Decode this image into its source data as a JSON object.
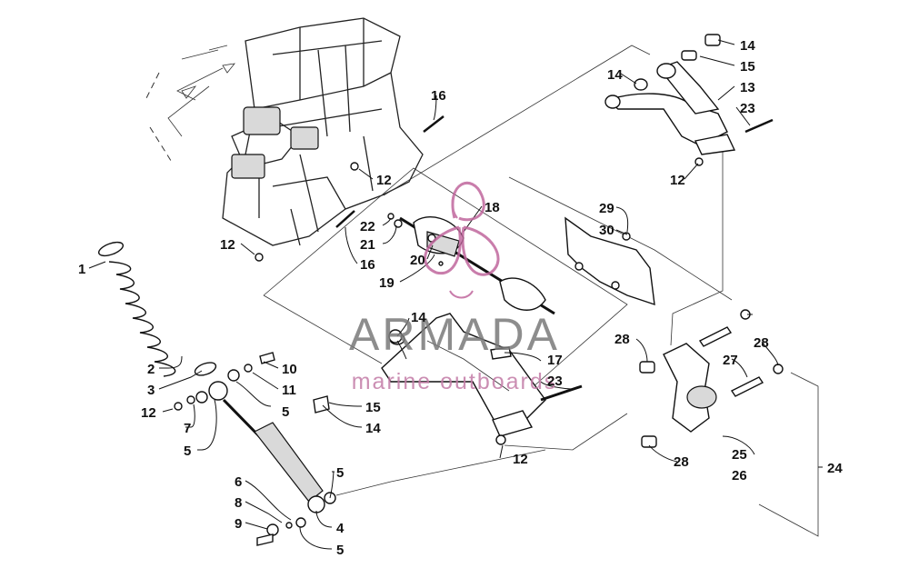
{
  "watermark": {
    "brand": "ARMADA",
    "tagline": "marine outboards",
    "accent_color": "#c0679d",
    "text_color": "#7a7a7a"
  },
  "callouts": [
    {
      "id": "c1",
      "label": "1"
    },
    {
      "id": "c2",
      "label": "2"
    },
    {
      "id": "c3",
      "label": "3"
    },
    {
      "id": "c4",
      "label": "4"
    },
    {
      "id": "c5a",
      "label": "5"
    },
    {
      "id": "c5b",
      "label": "5"
    },
    {
      "id": "c5c",
      "label": "5"
    },
    {
      "id": "c5d",
      "label": "5"
    },
    {
      "id": "c6",
      "label": "6"
    },
    {
      "id": "c7",
      "label": "7"
    },
    {
      "id": "c8",
      "label": "8"
    },
    {
      "id": "c9",
      "label": "9"
    },
    {
      "id": "c10",
      "label": "10"
    },
    {
      "id": "c11",
      "label": "11"
    },
    {
      "id": "c12a",
      "label": "12"
    },
    {
      "id": "c12b",
      "label": "12"
    },
    {
      "id": "c12c",
      "label": "12"
    },
    {
      "id": "c12d",
      "label": "12"
    },
    {
      "id": "c12e",
      "label": "12"
    },
    {
      "id": "c13",
      "label": "13"
    },
    {
      "id": "c14a",
      "label": "14"
    },
    {
      "id": "c14b",
      "label": "14"
    },
    {
      "id": "c14c",
      "label": "14"
    },
    {
      "id": "c14d",
      "label": "14"
    },
    {
      "id": "c15a",
      "label": "15"
    },
    {
      "id": "c15b",
      "label": "15"
    },
    {
      "id": "c16a",
      "label": "16"
    },
    {
      "id": "c16b",
      "label": "16"
    },
    {
      "id": "c17",
      "label": "17"
    },
    {
      "id": "c18",
      "label": "18"
    },
    {
      "id": "c19",
      "label": "19"
    },
    {
      "id": "c20",
      "label": "20"
    },
    {
      "id": "c21",
      "label": "21"
    },
    {
      "id": "c22",
      "label": "22"
    },
    {
      "id": "c23a",
      "label": "23"
    },
    {
      "id": "c23b",
      "label": "23"
    },
    {
      "id": "c24",
      "label": "24"
    },
    {
      "id": "c25",
      "label": "25"
    },
    {
      "id": "c26",
      "label": "26"
    },
    {
      "id": "c27",
      "label": "27"
    },
    {
      "id": "c28a",
      "label": "28"
    },
    {
      "id": "c28b",
      "label": "28"
    },
    {
      "id": "c28c",
      "label": "28"
    },
    {
      "id": "c29",
      "label": "29"
    },
    {
      "id": "c30",
      "label": "30"
    }
  ]
}
